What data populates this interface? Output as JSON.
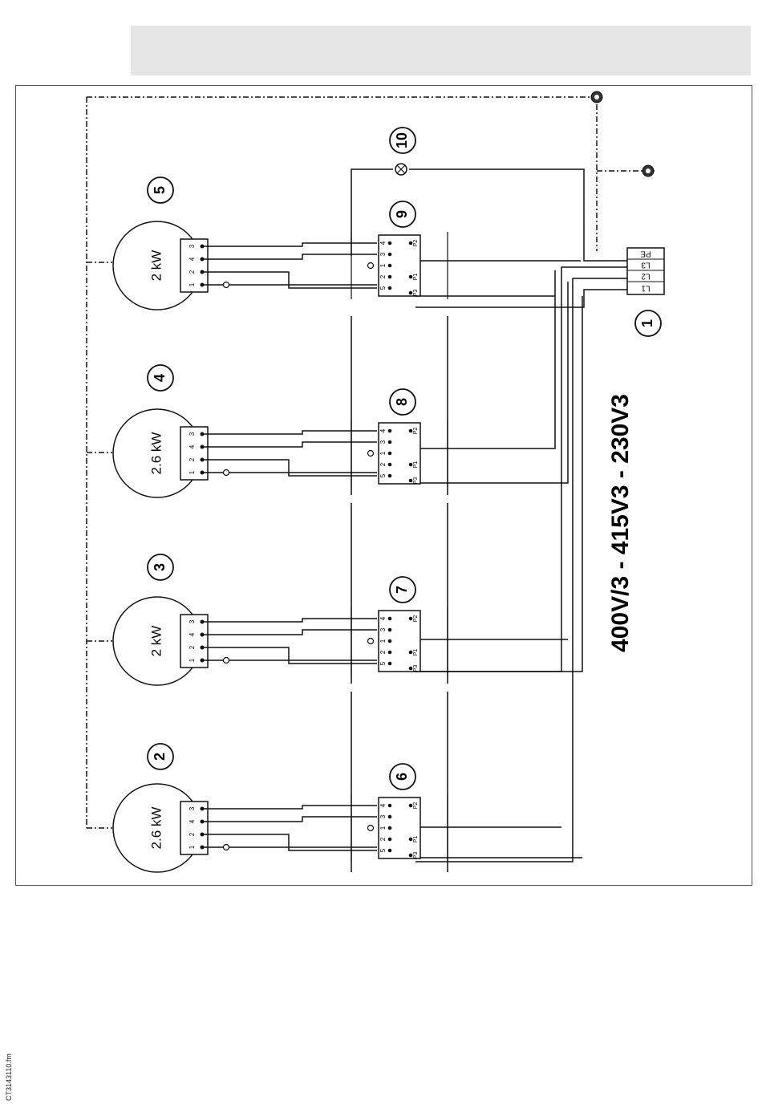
{
  "page": {
    "file_ref": "CT3143110.fm"
  },
  "diagram": {
    "voltage_label": "400V/3 - 415V3 - 230V3",
    "supply": {
      "callout": "1",
      "terminals": [
        "PE",
        "L3",
        "L2",
        "L1"
      ]
    },
    "lamp": {
      "callout": "10"
    },
    "elements": [
      {
        "callout": "5",
        "rating": "2 kW"
      },
      {
        "callout": "4",
        "rating": "2.6 kW"
      },
      {
        "callout": "3",
        "rating": "2 kW"
      },
      {
        "callout": "2",
        "rating": "2.6 kW"
      }
    ],
    "element_pins": [
      "3",
      "4",
      "2",
      "1"
    ],
    "switches": [
      {
        "callout": "9"
      },
      {
        "callout": "8"
      },
      {
        "callout": "7"
      },
      {
        "callout": "6"
      }
    ],
    "switch_pins": [
      "4",
      "3",
      "1",
      "2",
      "5"
    ],
    "switch_power_pins": [
      "P2",
      "P1",
      "P3"
    ]
  },
  "colors": {
    "line": "#111111",
    "frame": "#555555",
    "band": "#e6e6e6"
  }
}
